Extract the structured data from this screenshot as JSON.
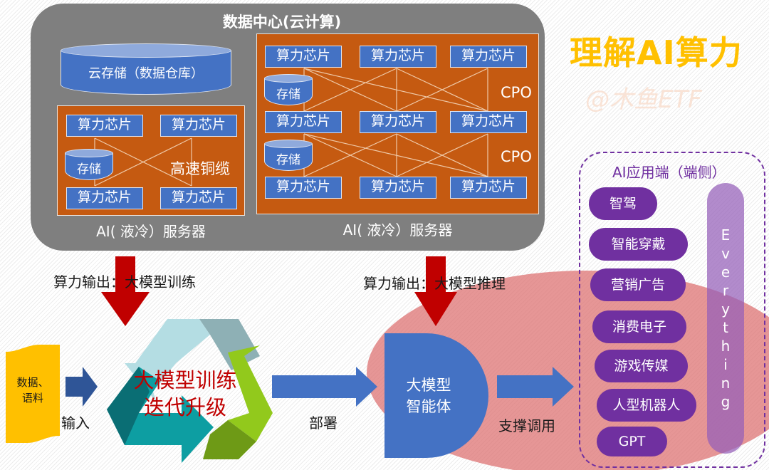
{
  "title": {
    "main": "理解AI算力",
    "watermark": "@木鱼ETF"
  },
  "colors": {
    "title": "#ffc000",
    "datacenter_bg": "#7f7f7f",
    "server_bg": "#c55a11",
    "chip_bg": "#4472c4",
    "compute_arrow": "#c00000",
    "app_purple": "#7030a0",
    "data_yellow": "#ffc000"
  },
  "datacenter": {
    "title": "数据中心(云计算)",
    "cloud_storage": "云存储（数据仓库）",
    "server_small": {
      "chips": [
        "算力芯片",
        "算力芯片",
        "算力芯片",
        "算力芯片"
      ],
      "storage": "存储",
      "interconnect": "高速铜缆",
      "caption": "AI( 液冷）服务器"
    },
    "server_large": {
      "chips": [
        "算力芯片",
        "算力芯片",
        "算力芯片",
        "算力芯片",
        "算力芯片",
        "算力芯片",
        "算力芯片",
        "算力芯片",
        "算力芯片"
      ],
      "storage": [
        "存储",
        "存储"
      ],
      "interconnect": [
        "CPO",
        "CPO"
      ],
      "caption": "AI( 液冷）服务器"
    }
  },
  "flow": {
    "compute_training": "算力输出：大模型训练",
    "compute_inference": "算力输出：大模型推理",
    "data_source": [
      "数据、",
      "语料"
    ],
    "input_label": "输入",
    "training_cycle": [
      "大模型训练",
      "迭代升级"
    ],
    "deploy_label": "部署",
    "agent": [
      "大模型",
      "智能体"
    ],
    "support_label": "支撑调用"
  },
  "apps": {
    "title": "AI应用端（端侧）",
    "items": [
      "智驾",
      "智能穿戴",
      "营销广告",
      "消费电子",
      "游戏传媒",
      "人型机器人",
      "GPT"
    ],
    "everything": [
      "E",
      "v",
      "e",
      "r",
      "y",
      "t",
      "h",
      "i",
      "n",
      "g"
    ]
  }
}
